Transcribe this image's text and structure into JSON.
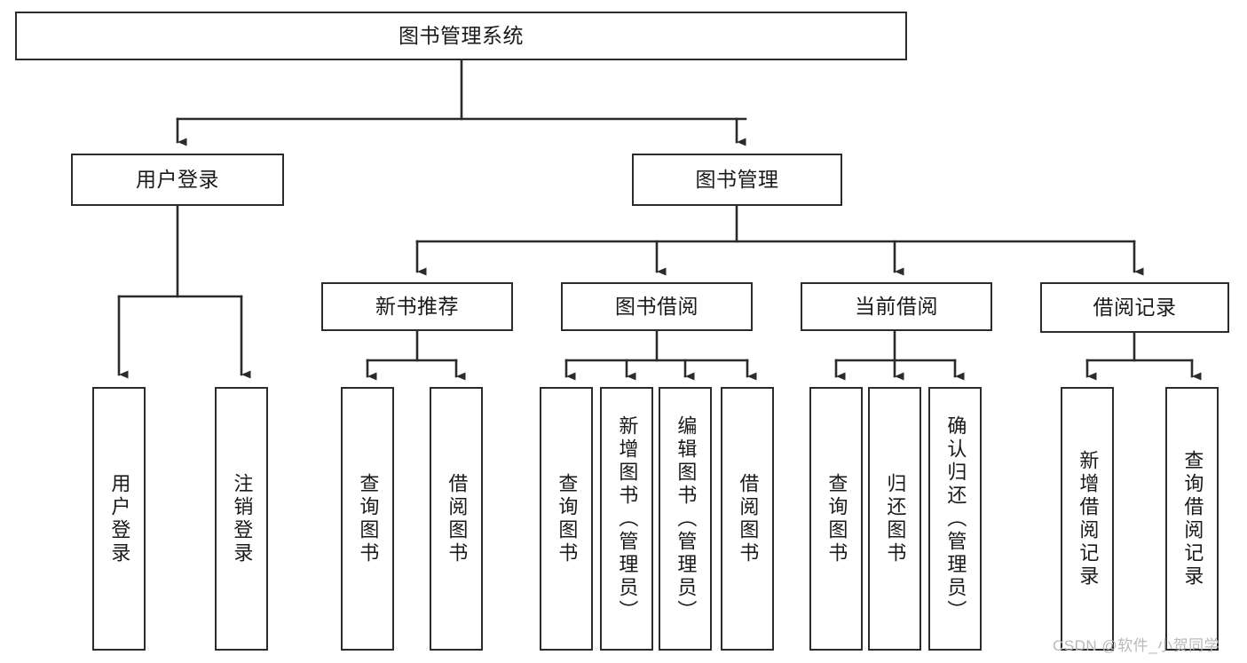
{
  "diagram": {
    "type": "hierarchy-tree",
    "title": "图书管理系统",
    "root": {
      "label": "图书管理系统"
    },
    "level2": [
      {
        "label": "用户登录"
      },
      {
        "label": "图书管理"
      }
    ],
    "level3": [
      {
        "label": "新书推荐"
      },
      {
        "label": "图书借阅"
      },
      {
        "label": "当前借阅"
      },
      {
        "label": "借阅记录"
      }
    ],
    "leaves": {
      "user_login": [
        {
          "label": "用户登录"
        },
        {
          "label": "注销登录"
        }
      ],
      "new_book_recommend": [
        {
          "label": "查询图书"
        },
        {
          "label": "借阅图书"
        }
      ],
      "book_borrow": [
        {
          "label": "查询图书"
        },
        {
          "label": "新增图书（管理员）"
        },
        {
          "label": "编辑图书（管理员）"
        },
        {
          "label": "借阅图书"
        }
      ],
      "current_borrow": [
        {
          "label": "查询图书"
        },
        {
          "label": "归还图书"
        },
        {
          "label": "确认归还（管理员）"
        }
      ],
      "borrow_record": [
        {
          "label": "新增借阅记录"
        },
        {
          "label": "查询借阅记录"
        }
      ]
    }
  },
  "watermark": {
    "text": "CSDN @软件_小贺同学"
  },
  "colors": {
    "border": "#2b2b2b",
    "text": "#1a1a1a",
    "background": "#ffffff",
    "watermark": "#b9b9b9"
  }
}
